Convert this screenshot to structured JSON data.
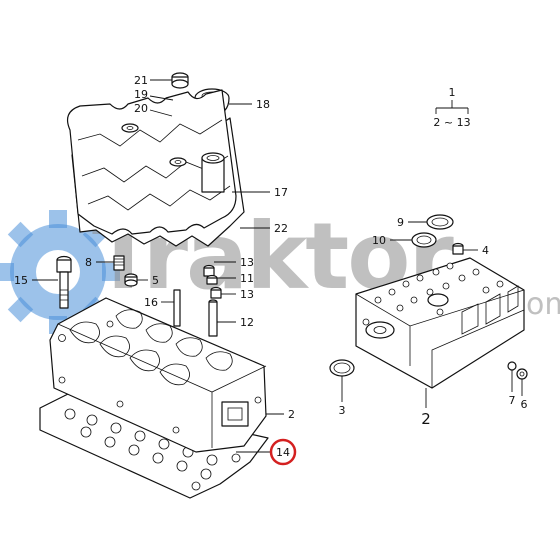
{
  "watermark": {
    "brand": "Traktor",
    "suffix": ".com",
    "gear_color": "#4a90d9",
    "text_color": "#8c8c8c"
  },
  "highlight_color": "#d42020",
  "header_note": {
    "top": "1",
    "bottom": "2 ~ 13"
  },
  "callouts": {
    "c21": "21",
    "c19": "19",
    "c20": "20",
    "c18": "18",
    "c17": "17",
    "c22": "22",
    "c8": "8",
    "c5": "5",
    "c15": "15",
    "c16": "16",
    "c13a": "13",
    "c11": "11",
    "c13b": "13",
    "c12": "12",
    "c2left": "2",
    "c14": "14",
    "c9": "9",
    "c10": "10",
    "c4": "4",
    "c3": "3",
    "c2right": "2",
    "c7": "7",
    "c6": "6"
  }
}
